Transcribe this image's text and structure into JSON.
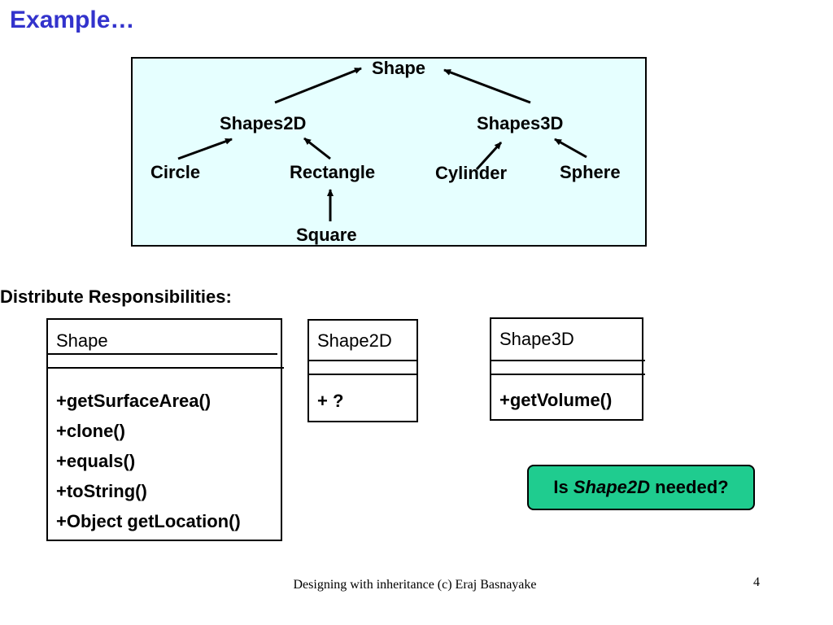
{
  "slide": {
    "title": "Example…",
    "subtitle": "Distribute Responsibilities:",
    "footer": "Designing with inheritance (c) Eraj Basnayake",
    "page_number": "4"
  },
  "hierarchy": {
    "root": "Shape",
    "level2": [
      "Shapes2D",
      "Shapes3D"
    ],
    "level3": [
      "Circle",
      "Rectangle",
      "Cylinder",
      "Sphere"
    ],
    "level4": [
      "Square"
    ]
  },
  "classes": [
    {
      "name": "Shape",
      "operations": [
        "+getSurfaceArea()",
        "+clone()",
        "+equals()",
        "+toString()",
        "+Object getLocation()"
      ]
    },
    {
      "name": "Shape2D",
      "operations": [
        "+ ?"
      ]
    },
    {
      "name": "Shape3D",
      "operations": [
        "+getVolume()"
      ]
    }
  ],
  "callout": {
    "prefix": "Is ",
    "emphasis": "Shape2D",
    "suffix": " needed?",
    "color": "#1fcc8f"
  },
  "colors": {
    "title": "#3333cc",
    "tree_background": "#e6ffff"
  }
}
